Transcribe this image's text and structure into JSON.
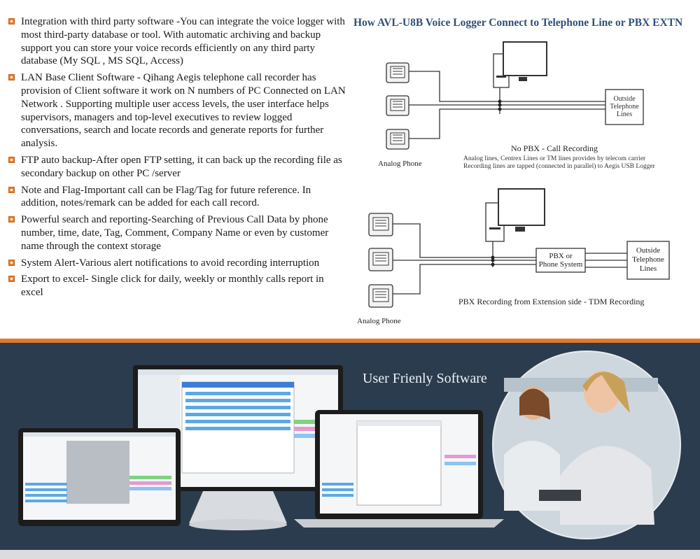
{
  "features": [
    {
      "text": "Integration with third party software -You can integrate the voice logger with most third-party database or tool. With automatic archiving and backup support you can store your voice records efficiently on any third party database (My SQL , MS SQL, Access)"
    },
    {
      "text": "LAN Base Client  Software - Qihang  Aegis  telephone  call recorder has provision  of  Client software it work on N numbers of PC Connected on LAN Network . Supporting multiple user access levels, the user interface helps supervisors,  managers  and  top-level executives to review logged conversations,  search and locate records and generate reports for further analysis."
    },
    {
      "text": "FTP auto backup-After open FTP setting, it can back up the recording file as secondary backup on other PC /server"
    },
    {
      "text": "Note and Flag-Important call can be Flag/Tag for future reference. In addition, notes/remark can be added for each call record."
    },
    {
      "text": "Powerful search and reporting-Searching of Previous Call Data by phone number, time, date, Tag, Comment, Company Name or even by customer name through the context storage"
    },
    {
      "text": "System Alert-Various alert notifications to avoid recording interruption"
    },
    {
      "text": "Export to excel- Single click for daily, weekly or monthly calls report in excel"
    }
  ],
  "diagram": {
    "title": "How AVL-U8B Voice Logger Connect to Telephone Line or PBX EXTN",
    "top": {
      "outside_line1": "Outside",
      "outside_line2": "Telephone",
      "outside_line3": "Lines",
      "phone_label": "Analog Phone",
      "caption": "No PBX - Call Recording",
      "note_line1": "Analog lines, Centrex Lines or TM lines provides by telecom carrier",
      "note_line2": "Recording lines are tapped (connected in parallel) to Aegis USB Logger"
    },
    "bottom": {
      "pbx_line1": "PBX or",
      "pbx_line2": "Phone System",
      "outside_line1": "Outside",
      "outside_line2": "Telephone",
      "outside_line3": "Lines",
      "caption": "PBX Recording from Extension side - TDM Recording",
      "phone_label": "Analog Phone"
    }
  },
  "banner": {
    "title": "User Frienly Software"
  },
  "colors": {
    "accent": "#e07a28",
    "banner_bg": "#2b3c4e",
    "title": "#30507a"
  }
}
